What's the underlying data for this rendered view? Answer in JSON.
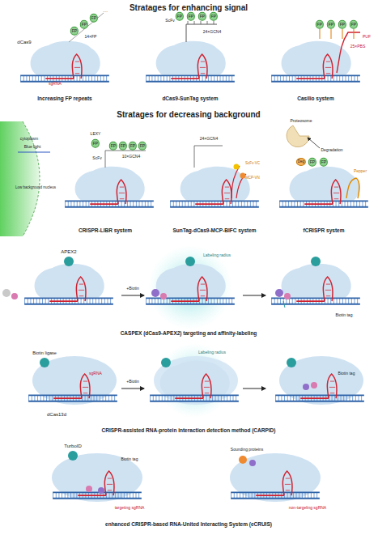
{
  "diagram": {
    "labels": [
      "Stratages for enhancing signal",
      "FP",
      "FP",
      "FP",
      "···",
      "dCas9",
      "14×FP",
      "sgRNA",
      "Increasing FP repeats",
      "ScFv",
      "FP",
      "FP",
      "FP",
      "FP",
      "24×GCN4",
      "dCas9-SunTag system",
      "FP",
      "FP",
      "FP",
      "FP",
      "PUF",
      "25×PBS",
      "Casilio system",
      "Stratages for decreasing background",
      "cytoplasm",
      "Blue light",
      "Low background nucleus",
      "LEXY",
      "FP",
      "ScFv",
      "FP",
      "FP",
      "FP",
      "FP",
      "10×GCN4",
      "CRISPR-LIBR system",
      "24×GCN4",
      "ScFv-VC",
      "MCP-VN",
      "SunTag-dCas9-MCP-BIFC system",
      "Proteosome",
      "Degradation",
      "Deg",
      "FP",
      "FP",
      "Pepper",
      "fCRISPR system",
      "APEX2",
      "+Biotin",
      "Labeling radius",
      "Biotin tag",
      "CASPEX (dCas9-APEX2) targeting and affinity-labeling",
      "Biotin ligase",
      "sgRNA",
      "dCas13d",
      "+Biotin",
      "Labeling radius",
      "Biotin tag",
      "CRISPR-assisted RNA-protein interaction detection method (CARPID)",
      "TurboID",
      "Biotin tag",
      "targeting sgRNA",
      "Sounding proteins",
      "non-targeling sgRNA",
      "enhanced CRISPR-based RNA-United Interacting System (eCRUIS)"
    ]
  }
}
